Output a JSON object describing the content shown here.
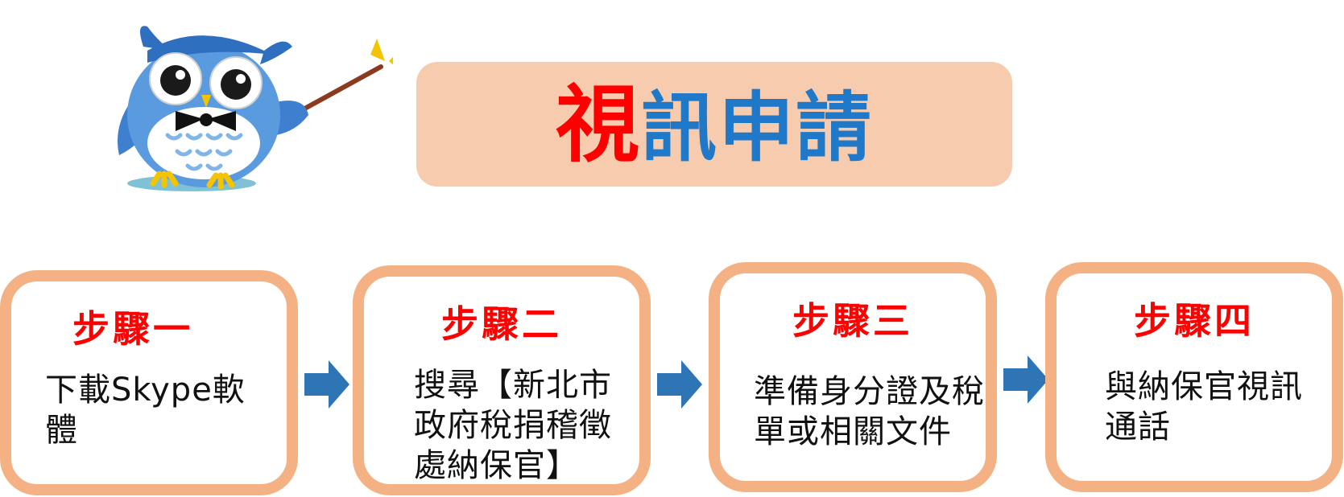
{
  "title": {
    "accent": "視",
    "rest": "訊申請"
  },
  "steps": [
    {
      "title": "步驟一",
      "lines": [
        "下載Skype軟",
        "體"
      ]
    },
    {
      "title": "步驟二",
      "lines": [
        "搜尋【新北市",
        "政府稅捐稽徵",
        "處納保官】"
      ]
    },
    {
      "title": "步驟三",
      "lines": [
        "準備身分證及稅",
        "單或相關文件"
      ]
    },
    {
      "title": "步驟四",
      "lines": [
        "與納保官視訊",
        "通話"
      ]
    }
  ],
  "colors": {
    "title_accent": "#ff0000",
    "title_main": "#1f78c8",
    "banner_fill": "#f6cbae",
    "box_border": "#f4b183",
    "step_title": "#ff0000",
    "arrow": "#2e75b6"
  },
  "icons": {
    "mascot": "owl-teacher-icon",
    "connector": "arrow-right-icon"
  }
}
